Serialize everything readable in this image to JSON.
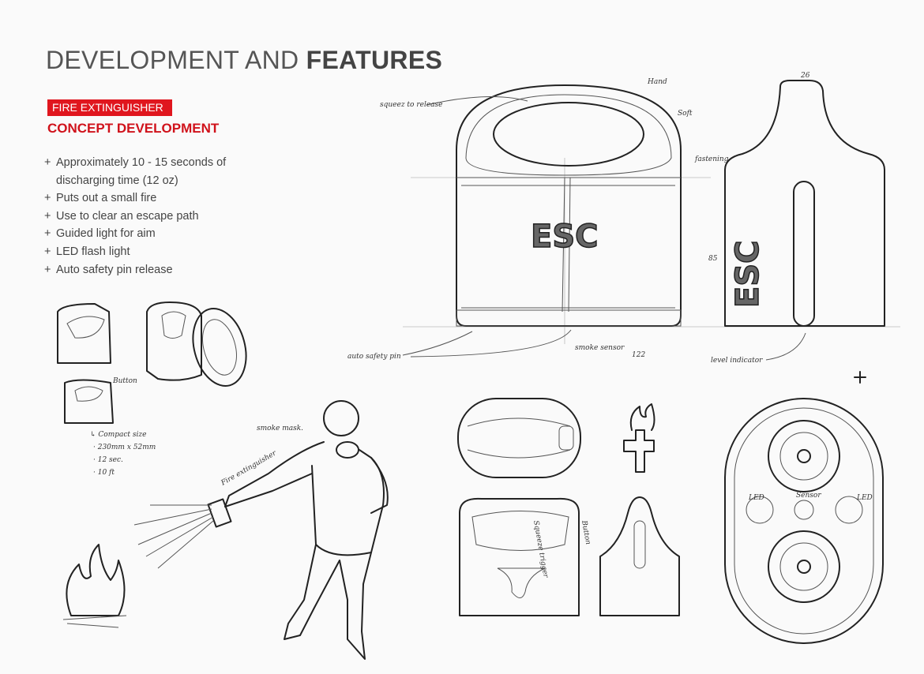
{
  "header": {
    "title_light": "DEVELOPMENT AND ",
    "title_bold": "FEATURES",
    "tag": "FIRE EXTINGUISHER",
    "subtitle": "CONCEPT DEVELOPMENT"
  },
  "features": [
    "Approximately 10 - 15 seconds of discharging time (12 oz)",
    "Puts out a small fire",
    "Use to clear an escape path",
    "Guided light for aim",
    "LED flash light",
    "Auto safety pin release"
  ],
  "bullet_symbol": "+",
  "sketch_annotations": {
    "squeeze": "squeez to release",
    "hand": "Hand",
    "soft": "Soft",
    "fastening": "fastening",
    "dim_width": "122",
    "dim_height": "85",
    "dim_top": "26",
    "smoke_sensor": "smoke sensor",
    "safety_pin": "auto safety pin",
    "level": "level indicator",
    "logo": "ESC",
    "button": "Button",
    "compact": [
      "↳ Compact size",
      "· 230mm x 52mm",
      "· 12 sec.",
      "· 10 ft"
    ],
    "smoke_mask": "smoke mask.",
    "extinguisher": "Fire extinguisher",
    "led": "LED",
    "sensor": "Sensor",
    "squeeze_trigger": "Squeeze trigger",
    "button2": "Button"
  }
}
